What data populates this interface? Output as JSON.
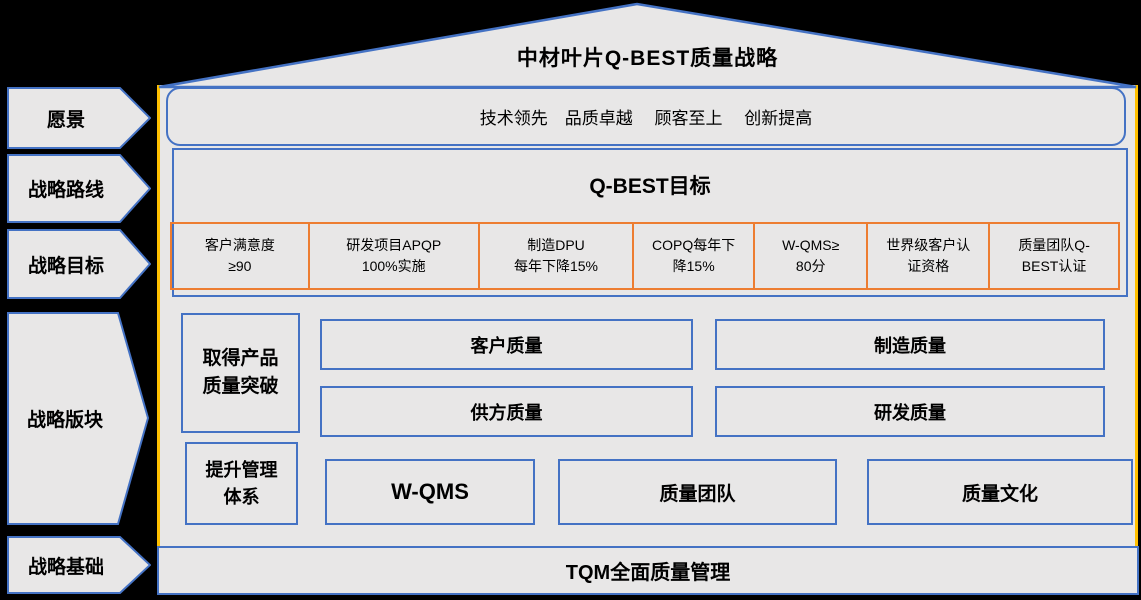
{
  "title": "中材叶片Q-BEST质量战略",
  "colors": {
    "background": "#000000",
    "panel_gray": "#E8E7E7",
    "accent_blue": "#4472C4",
    "accent_orange": "#ED7D31",
    "accent_yellow": "#FFC000"
  },
  "left_labels": [
    {
      "label": "愿景"
    },
    {
      "label": "战略路线"
    },
    {
      "label": "战略目标"
    },
    {
      "label": "战略版块"
    },
    {
      "label": "战略基础"
    }
  ],
  "vision": {
    "text": "技术领先　品质卓越　 顾客至上　 创新提高"
  },
  "goals": {
    "title": "Q-BEST目标",
    "items": [
      "客户满意度\n≥90",
      "研发项目APQP\n100%实施",
      "制造DPU\n每年下降15%",
      "COPQ每年下\n降15%",
      "W-QMS≥\n80分",
      "世界级客户认\n证资格",
      "质量团队Q-\nBEST认证"
    ]
  },
  "sections": {
    "breakthrough": "取得产品\n质量突破",
    "customer": "客户质量",
    "manufacturing": "制造质量",
    "supplier": "供方质量",
    "rd": "研发质量",
    "improve_mgmt": "提升管理\n体系",
    "wqms": "W-QMS",
    "team": "质量团队",
    "culture": "质量文化"
  },
  "foundation": {
    "text": "TQM全面质量管理"
  }
}
